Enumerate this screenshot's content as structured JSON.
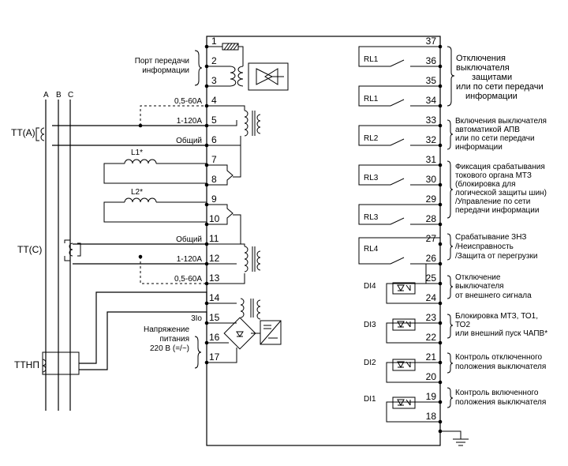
{
  "phases": {
    "a": "A",
    "b": "B",
    "c": "C"
  },
  "transformers": {
    "tta": "ТТ(А)",
    "ttc": "ТТ(С)",
    "ttnp": "ТТНП"
  },
  "port_label": [
    "Порт передачи",
    "информации"
  ],
  "inductors": {
    "l1": "L1*",
    "l2": "L2*"
  },
  "supply_label": [
    "Напряжение",
    "питания",
    "220 В (=/~)"
  ],
  "left_terminals": [
    {
      "num": "1",
      "label": ""
    },
    {
      "num": "2",
      "label": ""
    },
    {
      "num": "3",
      "label": ""
    },
    {
      "num": "4",
      "label": "0,5-60А"
    },
    {
      "num": "5",
      "label": "1-120А"
    },
    {
      "num": "6",
      "label": "Общий"
    },
    {
      "num": "7",
      "label": ""
    },
    {
      "num": "8",
      "label": ""
    },
    {
      "num": "9",
      "label": ""
    },
    {
      "num": "10",
      "label": ""
    },
    {
      "num": "11",
      "label": "Общий"
    },
    {
      "num": "12",
      "label": "1-120А"
    },
    {
      "num": "13",
      "label": "0,5-60А"
    },
    {
      "num": "14",
      "label": ""
    },
    {
      "num": "15",
      "label": "3Io"
    },
    {
      "num": "16",
      "label": ""
    },
    {
      "num": "17",
      "label": ""
    }
  ],
  "right_terminals": [
    "37",
    "36",
    "35",
    "34",
    "33",
    "32",
    "31",
    "30",
    "29",
    "28",
    "27",
    "26",
    "25",
    "24",
    "23",
    "22",
    "21",
    "20",
    "19",
    "18"
  ],
  "relays": [
    {
      "name": "RL1",
      "desc": [
        "Отключения",
        "выключателя",
        "защитами",
        "или по сети передачи",
        "информации"
      ]
    },
    {
      "name": "RL1",
      "desc": []
    },
    {
      "name": "RL2",
      "desc": [
        "Включения выключателя",
        "автоматикой АПВ",
        "или по сети передачи",
        "информации"
      ]
    },
    {
      "name": "RL3",
      "desc": [
        "Фиксация срабатывания",
        "токового органа МТЗ",
        "(блокировка для",
        "логической защиты шин)",
        "/Управление по сети",
        "передачи информации"
      ]
    },
    {
      "name": "RL3",
      "desc": []
    },
    {
      "name": "RL4",
      "desc": [
        "Срабатывание ЗНЗ",
        "/Неисправность",
        "/Защита от перегрузки"
      ]
    }
  ],
  "inputs": [
    {
      "name": "DI4",
      "desc": [
        "Отключение",
        "выключателя",
        "от внешнего сигнала"
      ]
    },
    {
      "name": "DI3",
      "desc": [
        "Блокировка МТЗ, ТО1,",
        "ТО2",
        "или внешний пуск ЧАПВ*"
      ]
    },
    {
      "name": "DI2",
      "desc": [
        "Контроль отключенного",
        "положения выключателя"
      ]
    },
    {
      "name": "DI1",
      "desc": [
        "Контроль включенного",
        "положения выключателя"
      ]
    }
  ]
}
